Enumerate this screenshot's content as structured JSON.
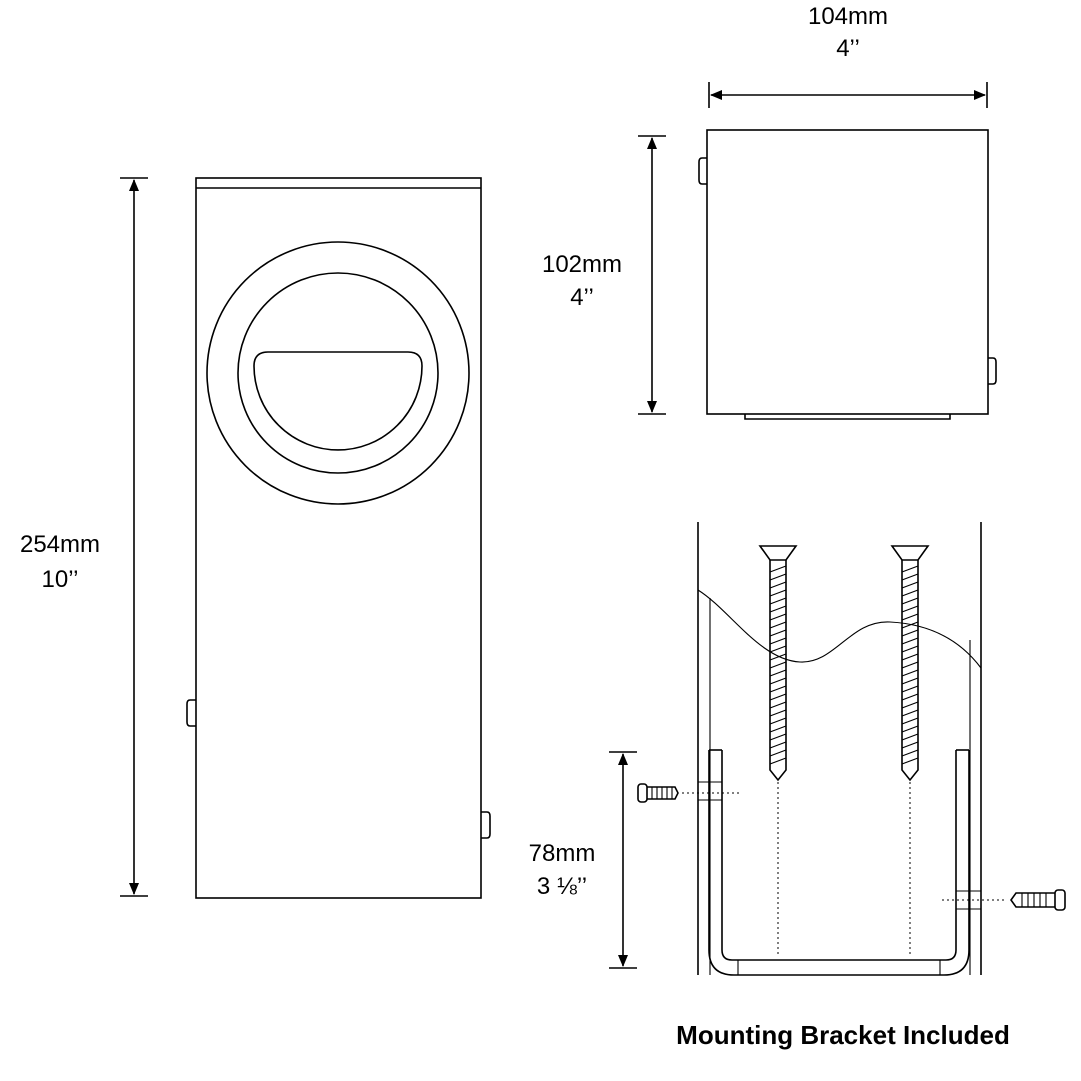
{
  "dimensions": {
    "height_mm": "254mm",
    "height_in": "10’’",
    "width_mm": "104mm",
    "width_in": "4’’",
    "depth_mm": "102mm",
    "depth_in": "4’’",
    "bracket_mm": "78mm",
    "bracket_in": "3 ⅛’’"
  },
  "caption": "Mounting Bracket Included"
}
